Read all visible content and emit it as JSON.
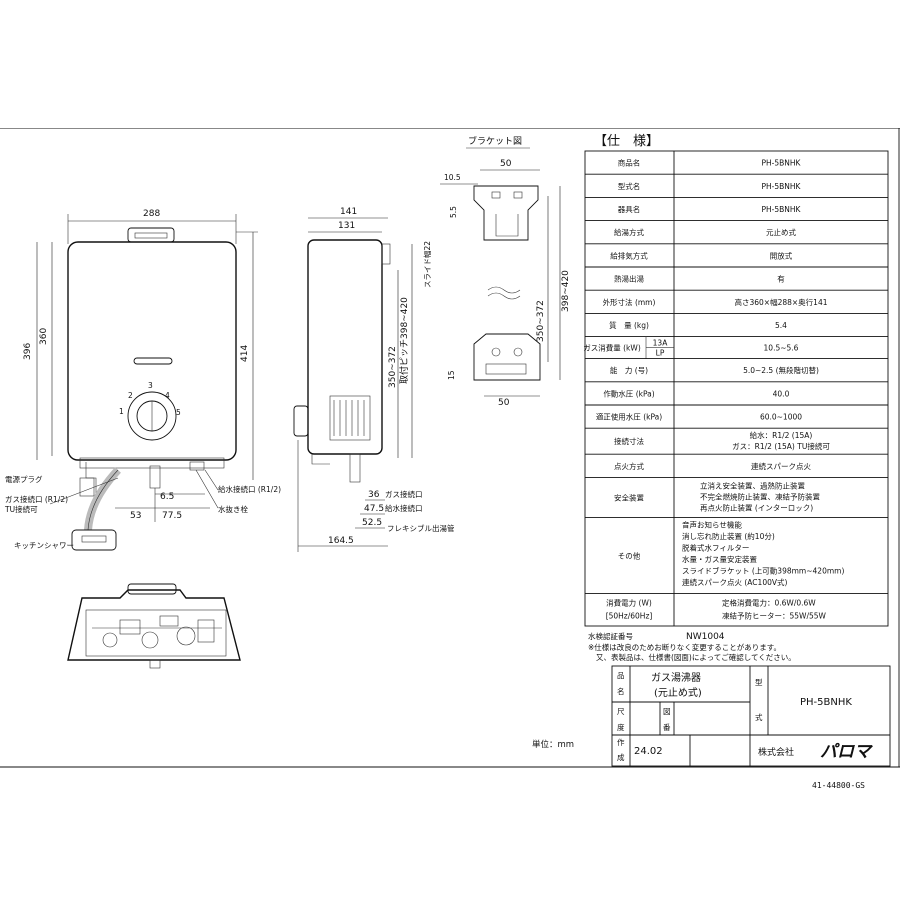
{
  "bracket": {
    "title": "ブラケット図",
    "dims": {
      "w50": "50",
      "d10_5": "10.5",
      "d5_5": "5.5",
      "w50b": "50",
      "d15": "15",
      "h350": "350~372",
      "h398": "398~420"
    }
  },
  "front": {
    "width": "288",
    "h396": "396",
    "h360": "360",
    "h414": "414",
    "d6_5": "6.5",
    "d53": "53",
    "d77_5": "77.5"
  },
  "side": {
    "w141": "141",
    "w131": "131",
    "slide": "スライド幅22",
    "pitch": "取付ピッチ398~420",
    "h350": "350~372",
    "d36": "36",
    "d47_5": "47.5",
    "d52_5": "52.5",
    "d164_5": "164.5"
  },
  "labels": {
    "power_plug": "電源プラグ",
    "gas_inlet": "ガス接続口 (R1/2)",
    "tu": "TU接続可",
    "water_inlet": "給水接続口 (R1/2)",
    "drain": "水抜き栓",
    "kitchen_shower": "キッチンシャワー",
    "gas_inlet_side": "ガス接続口",
    "water_inlet_side": "給水接続口",
    "flexible": "フレキシブル出湯管"
  },
  "spec": {
    "title": "【仕　様】",
    "rows": [
      {
        "k": "商品名",
        "v": "PH-5BNHK"
      },
      {
        "k": "型式名",
        "v": "PH-5BNHK"
      },
      {
        "k": "器具名",
        "v": "PH-5BNHK"
      },
      {
        "k": "給湯方式",
        "v": "元止め式"
      },
      {
        "k": "給排気方式",
        "v": "開放式"
      },
      {
        "k": "熱湯出湯",
        "v": "有"
      },
      {
        "k": "外形寸法 (mm)",
        "v": "高さ360×幅288×奥行141"
      },
      {
        "k": "質　量 (kg)",
        "v": "5.4"
      },
      {
        "k": "能　力 (号)",
        "v": "5.0~2.5 (無段階切替)"
      },
      {
        "k": "作動水圧 (kPa)",
        "v": "40.0"
      },
      {
        "k": "適正使用水圧 (kPa)",
        "v": "60.0~1000"
      },
      {
        "k": "点火方式",
        "v": "連続スパーク点火"
      }
    ],
    "gas_label": "ガス消費量 (kW)",
    "gas_13a": "13A",
    "gas_lp": "LP",
    "gas_value": "10.5~5.6",
    "connection_label": "接続寸法",
    "connection": [
      "給水：R1/2 (15A)",
      "ガス：R1/2 (15A) TU接続可"
    ],
    "safety_label": "安全装置",
    "safety": [
      "立消え安全装置、過熱防止装置",
      "不完全燃焼防止装置、凍結予防装置",
      "再点火防止装置 (インターロック)"
    ],
    "other_label": "その他",
    "other": [
      "音声お知らせ機能",
      "消し忘れ防止装置 (約10分)",
      "脱着式水フィルター",
      "水量・ガス量安定装置",
      "スライドブラケット (上可動398mm~420mm)",
      "連続スパーク点火 (AC100V式)"
    ],
    "power_label1": "消費電力 (W)",
    "power_label2": "[50Hz/60Hz]",
    "power": [
      "定格消費電力：0.6W/0.6W",
      "凍結予防ヒーター：55W/55W"
    ],
    "cert_label": "水検認証番号",
    "cert_value": "NW1004",
    "notes": [
      "※仕様は改良のためお断りなく変更することがあります。",
      "又、表製品は、仕様書(図面)によってご確認してください。"
    ]
  },
  "titleblock": {
    "hin": "品",
    "mei": "名",
    "product": "ガス湯沸器",
    "product_sub": "(元止め式)",
    "kata": "型",
    "shiki": "式",
    "model": "PH-5BNHK",
    "shaku": "尺",
    "do": "度",
    "zu": "図",
    "ban": "番",
    "saku": "作",
    "sei": "成",
    "date": "24.02",
    "company": "株式会社",
    "brand": "パロマ"
  },
  "unit": "単位：mm",
  "ref": "41-44800-GS"
}
